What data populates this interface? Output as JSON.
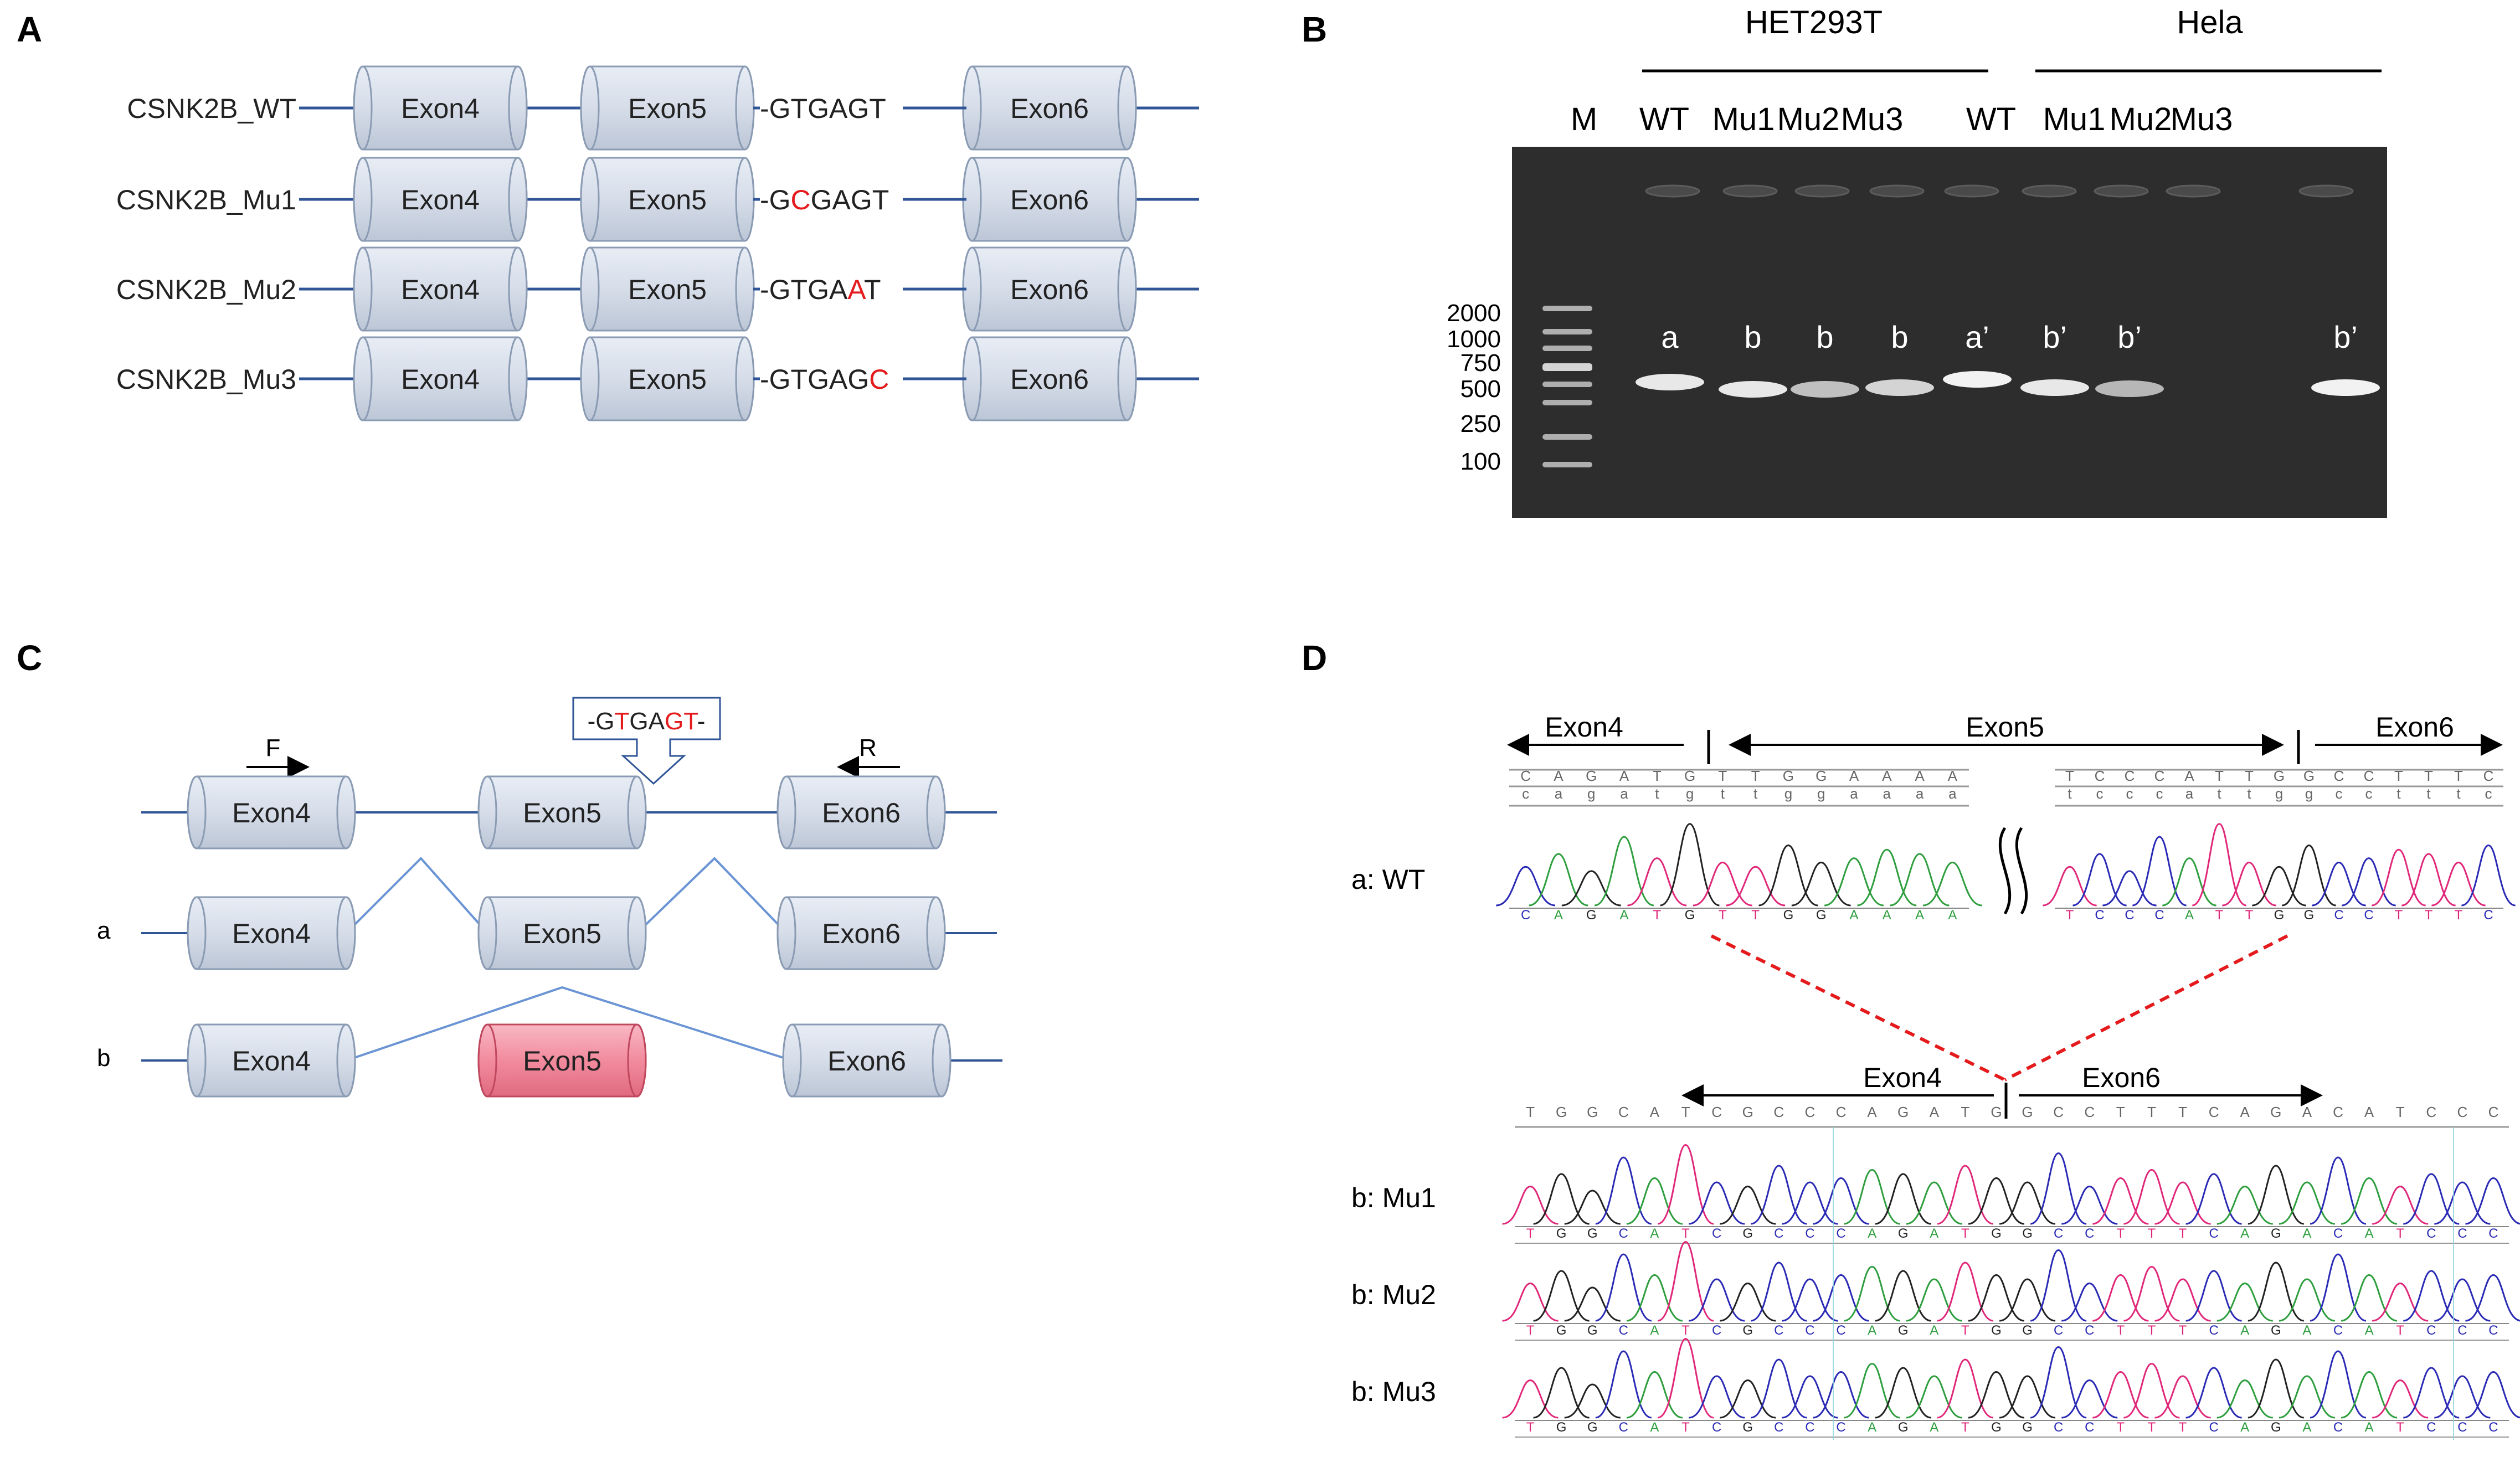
{
  "panels": {
    "A": {
      "label": "A",
      "rows": [
        {
          "name": "CSNK2B_WT",
          "exon4": "Exon4",
          "exon5": "Exon5",
          "exon6": "Exon6",
          "seq_pre": "-GTGAGT",
          "seq_mut": "",
          "seq_post": ""
        },
        {
          "name": "CSNK2B_Mu1",
          "exon4": "Exon4",
          "exon5": "Exon5",
          "exon6": "Exon6",
          "seq_pre": "-G",
          "seq_mut": "C",
          "seq_post": "GAGT"
        },
        {
          "name": "CSNK2B_Mu2",
          "exon4": "Exon4",
          "exon5": "Exon5",
          "exon6": "Exon6",
          "seq_pre": "-GTGA",
          "seq_mut": "A",
          "seq_post": "T"
        },
        {
          "name": "CSNK2B_Mu3",
          "exon4": "Exon4",
          "exon5": "Exon5",
          "exon6": "Exon6",
          "seq_pre": "-GTGAG",
          "seq_mut": "C",
          "seq_post": ""
        }
      ]
    },
    "B": {
      "label": "B",
      "groups": [
        "HET293T",
        "Hela"
      ],
      "lanes": [
        "M",
        "WT",
        "Mu1",
        "Mu2",
        "Mu3",
        "WT",
        "Mu1",
        "Mu2",
        "Mu3"
      ],
      "ladder": [
        "2000",
        "1000",
        "750",
        "500",
        "250",
        "100"
      ],
      "band_labels": [
        "a",
        "b",
        "b",
        "b",
        "a’",
        "b’",
        "b’",
        "b’"
      ]
    },
    "C": {
      "label": "C",
      "primer_f": "F",
      "primer_r": "R",
      "callout": {
        "pre": "-G",
        "t1": "T",
        "mid": "GA",
        "gt": "GT",
        "post": "-"
      },
      "rows": [
        {
          "label": "",
          "e4": "Exon4",
          "e5": "Exon5",
          "e6": "Exon6"
        },
        {
          "label": "a",
          "e4": "Exon4",
          "e5": "Exon5",
          "e6": "Exon6"
        },
        {
          "label": "b",
          "e4": "Exon4",
          "e5": "Exon5",
          "e6": "Exon6"
        }
      ]
    },
    "D": {
      "label": "D",
      "wt_label": "a: WT",
      "exon4": "Exon4",
      "exon5": "Exon5",
      "exon6": "Exon6",
      "wt_left_seq": [
        "C",
        "A",
        "G",
        "A",
        "T",
        "G",
        "T",
        "T",
        "G",
        "G",
        "A",
        "A",
        "A",
        "A"
      ],
      "wt_left_lower": [
        "c",
        "a",
        "g",
        "a",
        "t",
        "g",
        "t",
        "t",
        "g",
        "g",
        "a",
        "a",
        "a",
        "a"
      ],
      "wt_right_seq": [
        "T",
        "C",
        "C",
        "C",
        "A",
        "T",
        "T",
        "G",
        "G",
        "C",
        "C",
        "T",
        "T",
        "T",
        "C"
      ],
      "wt_right_lower": [
        "t",
        "c",
        "c",
        "c",
        "a",
        "t",
        "t",
        "g",
        "g",
        "c",
        "c",
        "t",
        "t",
        "t",
        "c"
      ],
      "mu_seq": [
        "T",
        "G",
        "G",
        "C",
        "A",
        "T",
        "C",
        "G",
        "C",
        "C",
        "C",
        "A",
        "G",
        "A",
        "T",
        "G",
        "G",
        "C",
        "C",
        "T",
        "T",
        "T",
        "C",
        "A",
        "G",
        "A",
        "C",
        "A",
        "T",
        "C",
        "C",
        "C"
      ],
      "mu_labels": [
        "b: Mu1",
        "b: Mu2",
        "b: Mu3"
      ],
      "base_colors": {
        "A": "#2e9e3e",
        "C": "#2a2ab5",
        "G": "#222222",
        "T": "#e0287a"
      }
    }
  }
}
